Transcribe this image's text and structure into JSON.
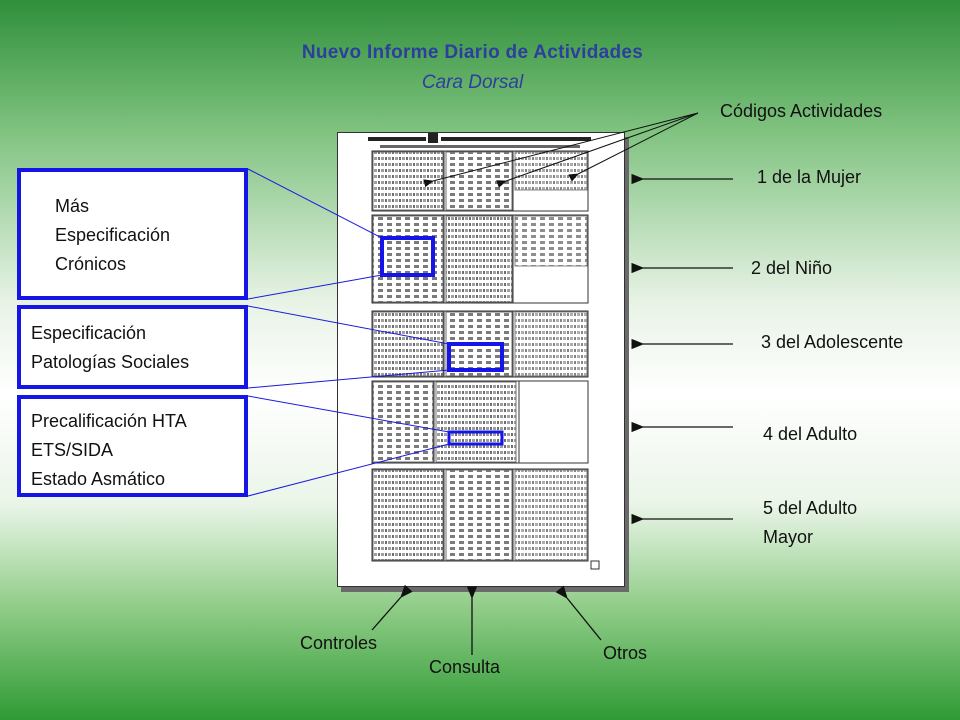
{
  "header": {
    "title": "Nuevo Informe Diario de Actividades",
    "subtitle": "Cara Dorsal"
  },
  "left_boxes": [
    {
      "lines": [
        "Más",
        "Especificación",
        "Crónicos"
      ]
    },
    {
      "lines": [
        "Especificación",
        "Patologías Sociales"
      ]
    },
    {
      "lines": [
        "Precalificación HTA",
        "ETS/SIDA",
        "Estado Asmático"
      ]
    }
  ],
  "right_labels": {
    "codes": "Códigos Actividades",
    "mujer": "1 de la Mujer",
    "nino": "2 del Niño",
    "adolescente": "3 del Adolescente",
    "adulto": "4 del Adulto",
    "adulto_mayor_1": "5 del Adulto",
    "adulto_mayor_2": "Mayor"
  },
  "bottom_labels": {
    "controles": "Controles",
    "consulta": "Consulta",
    "otros": "Otros"
  },
  "colors": {
    "title": "#2e3e9e",
    "box_border": "#1515e8",
    "connector": "#1a1adf"
  }
}
